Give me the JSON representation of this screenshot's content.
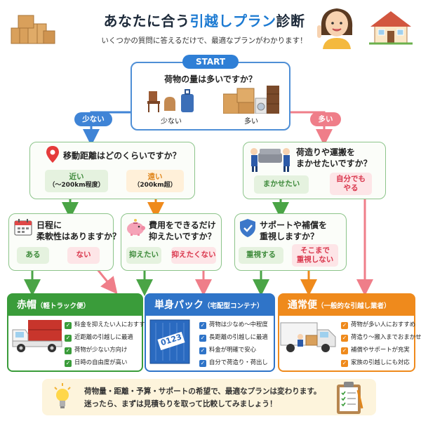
{
  "header": {
    "title_pre": "あなたに合う",
    "title_highlight": "引越しプラン",
    "title_post": "診断",
    "subtitle": "いくつかの質問に答えるだけで、最適なプランがわかります！"
  },
  "start": {
    "label": "START",
    "question": "荷物の量は多いですか？",
    "few_label": "少ない",
    "many_label": "多い"
  },
  "branches": {
    "few": "少ない",
    "many": "多い"
  },
  "q_distance": {
    "question": "移動距離はどのくらいですか？",
    "near_main": "近い",
    "near_sub": "（〜200km程度）",
    "far_main": "遠い",
    "far_sub": "（200km超）"
  },
  "q_packing": {
    "question_line1": "荷造りや運搬を",
    "question_line2": "まかせたいですか？",
    "yes": "まかせたい",
    "no_line1": "自分でも",
    "no_line2": "やる"
  },
  "q_schedule": {
    "question_line1": "日程に",
    "question_line2": "柔軟性はありますか？",
    "yes": "ある",
    "no": "ない"
  },
  "q_cost": {
    "question_line1": "費用をできるだけ",
    "question_line2": "抑えたいですか？",
    "yes": "抑えたい",
    "no": "抑えたくない"
  },
  "q_support": {
    "question_line1": "サポートや補償を",
    "question_line2": "重視しますか？",
    "yes": "重視する",
    "no_line1": "そこまで",
    "no_line2": "重視しない"
  },
  "results": [
    {
      "title": "赤帽",
      "sub": "（軽トラック便）",
      "color": "#3a9c3a",
      "features": [
        "料金を抑えたい人におすすめ",
        "近距離の引越しに最適",
        "荷物が少ない方向け",
        "日時の自由度が高い"
      ]
    },
    {
      "title": "単身パック",
      "sub": "（宅配型コンテナ）",
      "color": "#2f74c8",
      "container_label": "0123",
      "features": [
        "荷物は少なめ〜中程度",
        "長距離の引越しに最適",
        "料金が明確で安心",
        "自分で荷造り・荷出し"
      ]
    },
    {
      "title": "通常便",
      "sub": "（一般的な引越し業者）",
      "color": "#ef8a1c",
      "features": [
        "荷物が多い人におすすめ",
        "荷造り〜搬入までおまかせ",
        "補償やサポートが充実",
        "家族の引越しにも対応"
      ]
    }
  ],
  "footer": {
    "line1": "荷物量・距離・予算・サポートの希望で、最適なプランは変わります。",
    "line2": "迷ったら、まずは見積もりを取って比較してみましょう！"
  },
  "colors": {
    "blue": "#2f7fd6",
    "green": "#3a9c3a",
    "orange": "#ef8a1c",
    "pink": "#ef7e89"
  },
  "icons": [
    "boxes-icon",
    "woman-pointing-icon",
    "house-icon",
    "chair-bag-suitcase-icon",
    "furniture-boxes-icon",
    "location-pin-icon",
    "movers-sofa-icon",
    "calendar-icon",
    "piggy-bank-icon",
    "shield-check-icon",
    "light-truck-icon",
    "container-icon",
    "moving-truck-icon",
    "light-bulb-icon",
    "clipboard-checklist-icon"
  ]
}
